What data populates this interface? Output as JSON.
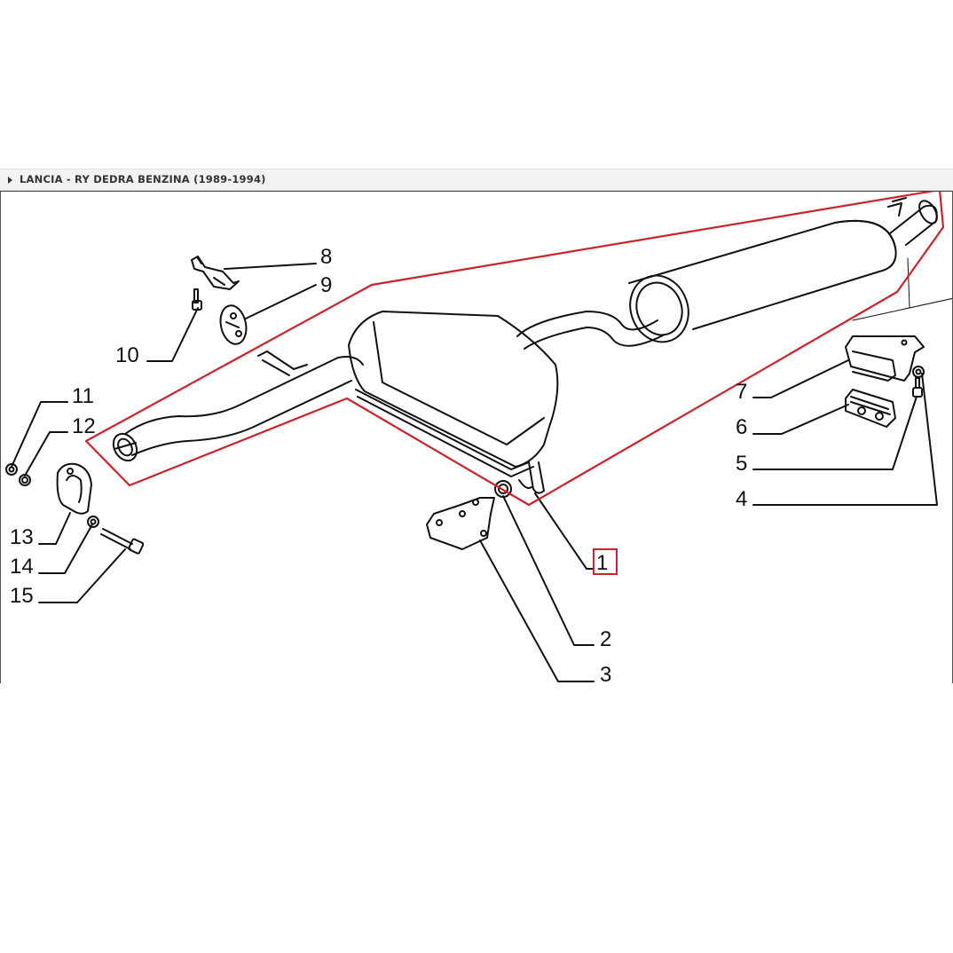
{
  "breadcrumb": {
    "text": "LANCIA - RY DEDRA BENZINA (1989-1994)",
    "icon": "caret-right-icon"
  },
  "diagram": {
    "highlight_color": "#c8242b",
    "selected_part": "1",
    "callouts": [
      "1",
      "2",
      "3",
      "4",
      "5",
      "6",
      "7",
      "8",
      "9",
      "10",
      "11",
      "12",
      "13",
      "14",
      "15"
    ]
  }
}
